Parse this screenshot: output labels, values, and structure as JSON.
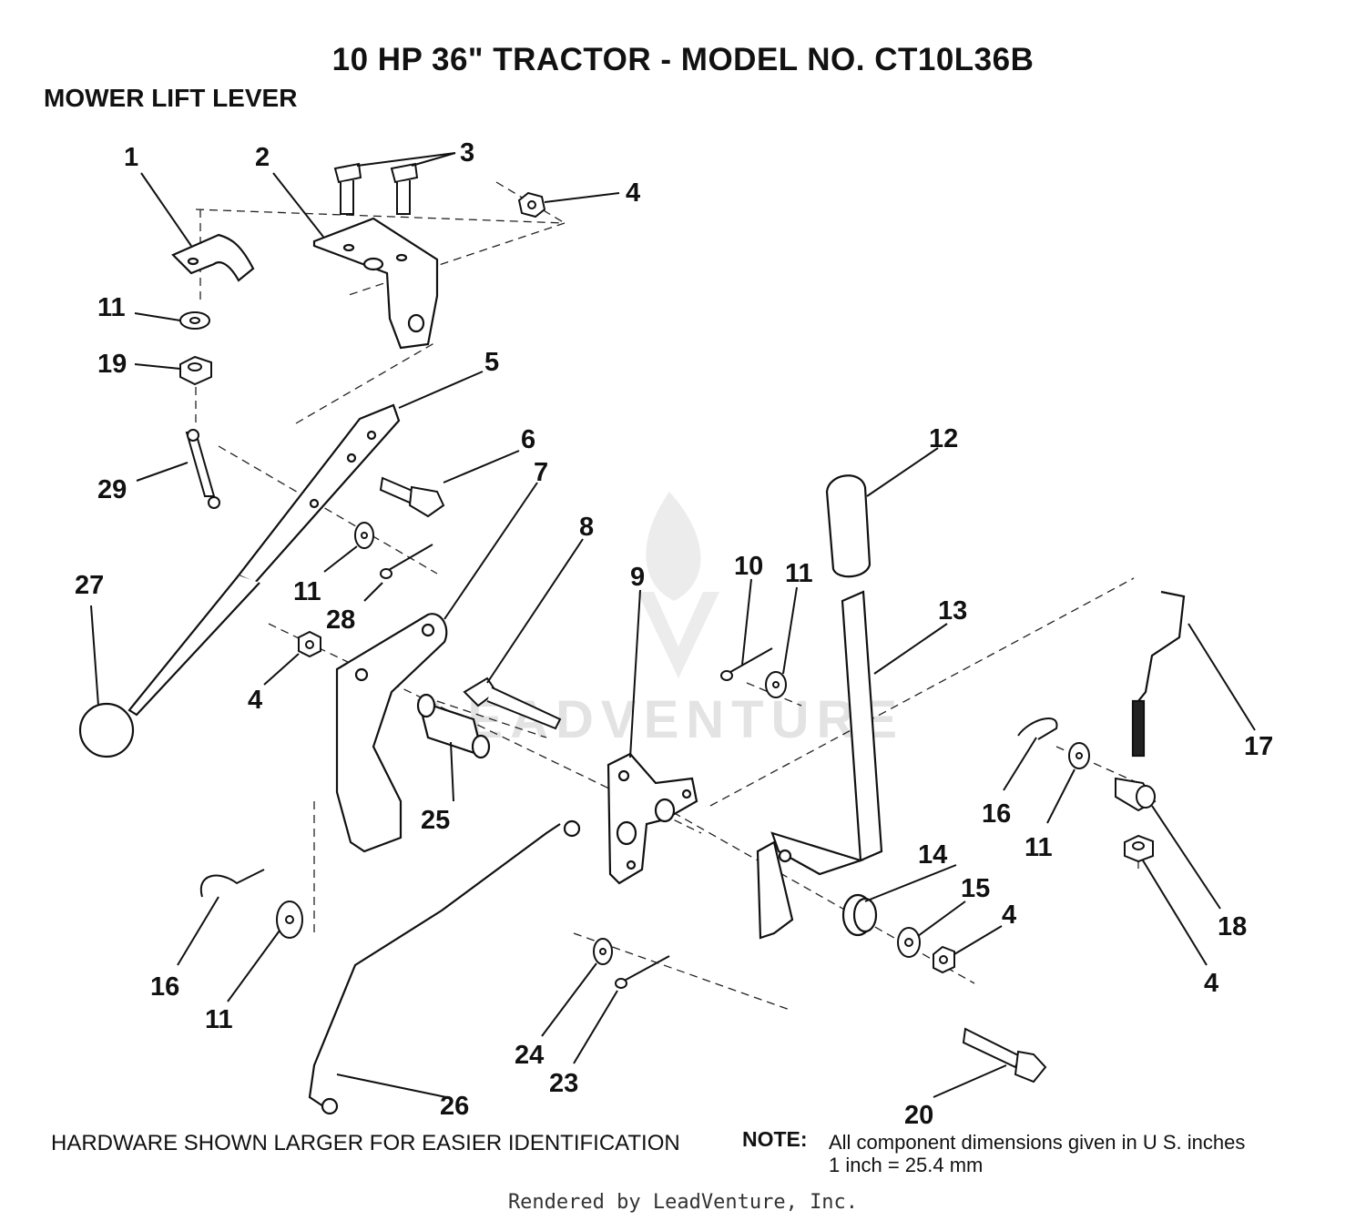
{
  "title": "10 HP 36\" TRACTOR - MODEL NO. CT10L36B",
  "subtitle": "MOWER LIFT LEVER",
  "hardware_note": "HARDWARE SHOWN LARGER FOR EASIER IDENTIFICATION",
  "note_label": "NOTE:",
  "note_line1": "All component dimensions given in U S. inches",
  "note_line2": "1 inch = 25.4 mm",
  "footer": "Rendered by LeadVenture, Inc.",
  "watermark": "LEADVENTURE",
  "callouts": [
    "1",
    "2",
    "3",
    "4",
    "11",
    "19",
    "5",
    "6",
    "7",
    "29",
    "27",
    "28",
    "11",
    "4",
    "25",
    "8",
    "9",
    "10",
    "11",
    "12",
    "13",
    "17",
    "16",
    "11",
    "18",
    "4",
    "14",
    "15",
    "4",
    "16",
    "11",
    "26",
    "24",
    "23",
    "20"
  ]
}
